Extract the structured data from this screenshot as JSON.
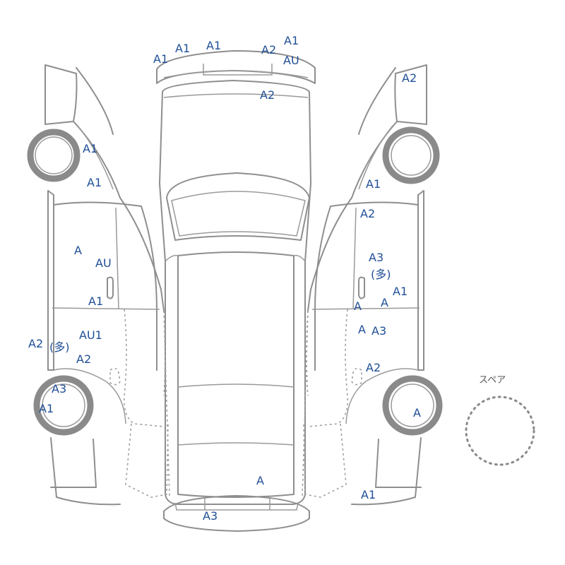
{
  "spare_label": "スペア",
  "damage_codes": {
    "top_bumper": [
      "A1",
      "A1",
      "A1",
      "A2",
      "A1",
      "AU"
    ],
    "top_hood": "A2",
    "left_side": [
      "A1",
      "A1",
      "A",
      "AU",
      "A1",
      "AU1",
      "A2",
      "(多)",
      "A2",
      "A3",
      "A1"
    ],
    "right_side": [
      "A2",
      "A1",
      "A2",
      "A3",
      "(多)",
      "A1",
      "A",
      "A",
      "A",
      "A3",
      "A2",
      "A",
      "A1"
    ],
    "center_rear": [
      "A",
      "A3"
    ]
  },
  "colors": {
    "code_text": "#1f4f96",
    "outline": "#8e8e8e"
  }
}
